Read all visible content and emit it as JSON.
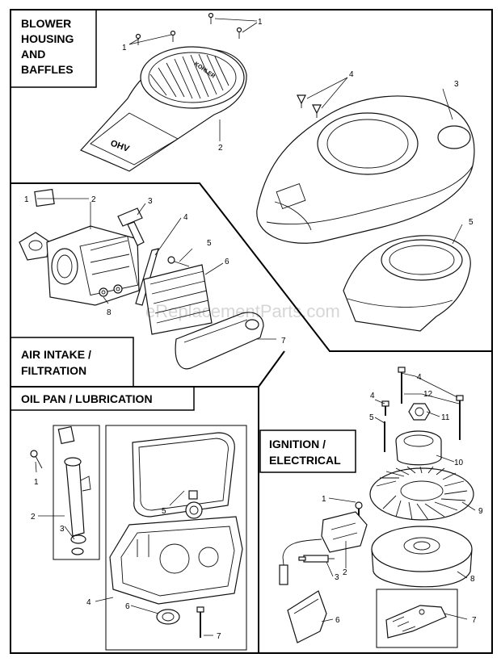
{
  "sections": {
    "blower": {
      "title_lines": [
        "BLOWER",
        "HOUSING",
        "AND",
        "BAFFLES"
      ]
    },
    "air": {
      "title_lines": [
        "AIR INTAKE /",
        "FILTRATION"
      ]
    },
    "oil": {
      "title_lines": [
        "OIL PAN / LUBRICATION"
      ]
    },
    "ignition": {
      "title_lines": [
        "IGNITION /",
        "ELECTRICAL"
      ]
    }
  },
  "parts": {
    "blower": [
      "1",
      "1",
      "2",
      "3",
      "4",
      "5"
    ],
    "air": [
      "1",
      "2",
      "3",
      "4",
      "5",
      "6",
      "7",
      "8"
    ],
    "oil": [
      "1",
      "2",
      "3",
      "4",
      "5",
      "6",
      "7"
    ],
    "ignition": [
      "1",
      "2",
      "3",
      "4",
      "4",
      "5",
      "6",
      "7",
      "8",
      "9",
      "10",
      "11",
      "12"
    ]
  },
  "labels": {
    "grille_brand": "KOHLER",
    "shroud_brand": "OHV"
  },
  "watermark": "eReplacementParts.com"
}
